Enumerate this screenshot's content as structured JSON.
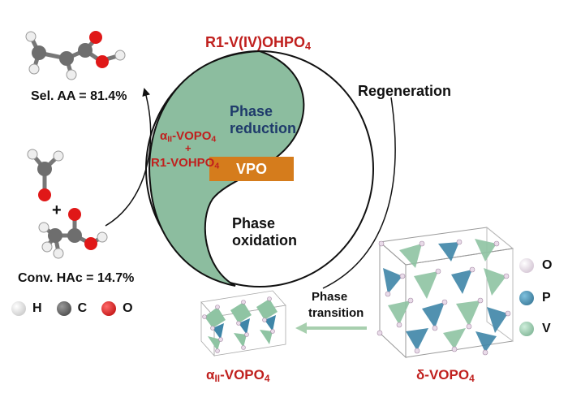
{
  "top_label": "R1-V(IV)OHPO",
  "top_label_sub": "4",
  "phase_reduction_line1": "Phase",
  "phase_reduction_line2": "reduction",
  "phase_oxidation_line1": "Phase",
  "phase_oxidation_line2": "oxidation",
  "vpo_label": "VPO",
  "regeneration_label": "Regeneration",
  "alpha_left": {
    "prefix": "α",
    "roman": "II",
    "main": "-VOPO",
    "sub": "4"
  },
  "plus_small": "+",
  "r1_vohpo": {
    "main": "R1-VOHPO",
    "sub": "4"
  },
  "sel_aa": "Sel. AA = 81.4%",
  "conv_hac": "Conv. HAc = 14.7%",
  "plus_reactants": "+",
  "atom_legend": [
    {
      "symbol": "H",
      "color": "#f2f2f2"
    },
    {
      "symbol": "C",
      "color": "#6e6e6e"
    },
    {
      "symbol": "O",
      "color": "#e01818"
    }
  ],
  "crystal_legend": [
    {
      "symbol": "O",
      "color": "#e9dbe9"
    },
    {
      "symbol": "P",
      "color": "#3f86a8"
    },
    {
      "symbol": "V",
      "color": "#8fc4a3"
    }
  ],
  "phase_transition_line1": "Phase",
  "phase_transition_line2": "transition",
  "alpha_bottom": {
    "prefix": "α",
    "roman": "II",
    "main": "-VOPO",
    "sub": "4"
  },
  "delta_bottom": {
    "main": "δ-VOPO",
    "sub": "4"
  },
  "colors": {
    "red": "#c0201e",
    "navy": "#1f3b6b",
    "green": "#8cbd9f",
    "orange": "#d57c1c",
    "arrow_green": "#a7cfae"
  }
}
